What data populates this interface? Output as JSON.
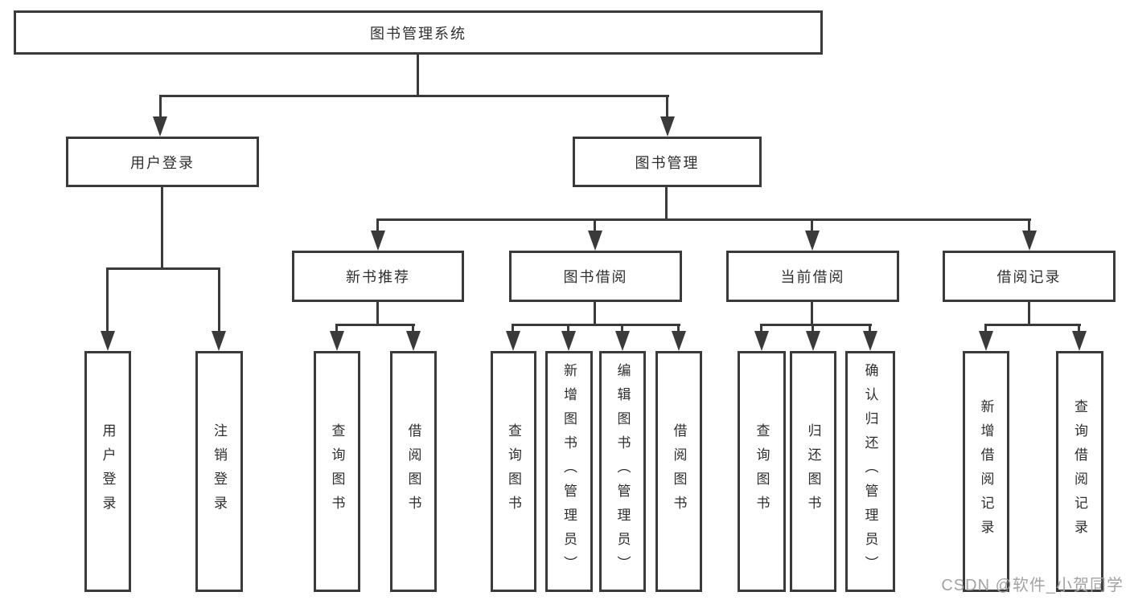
{
  "diagram": {
    "root": {
      "label": "图书管理系统"
    },
    "level1": [
      {
        "label": "用户登录"
      },
      {
        "label": "图书管理"
      }
    ],
    "level2": [
      {
        "label": "新书推荐"
      },
      {
        "label": "图书借阅"
      },
      {
        "label": "当前借阅"
      },
      {
        "label": "借阅记录"
      }
    ],
    "leaves": [
      {
        "label": "用户登录"
      },
      {
        "label": "注销登录"
      },
      {
        "label": "查询图书"
      },
      {
        "label": "借阅图书"
      },
      {
        "label": "查询图书"
      },
      {
        "label": "新增图书（管理员）"
      },
      {
        "label": "编辑图书（管理员）"
      },
      {
        "label": "借阅图书"
      },
      {
        "label": "查询图书"
      },
      {
        "label": "归还图书"
      },
      {
        "label": "确认归还（管理员）"
      },
      {
        "label": "新增借阅记录"
      },
      {
        "label": "查询借阅记录"
      }
    ]
  },
  "watermark": "CSDN @软件_小贺同学",
  "colors": {
    "line": "#3a3a3a",
    "text": "#2f2f2f",
    "box_background": "#ffffff",
    "watermark": "#a3a3a3"
  }
}
